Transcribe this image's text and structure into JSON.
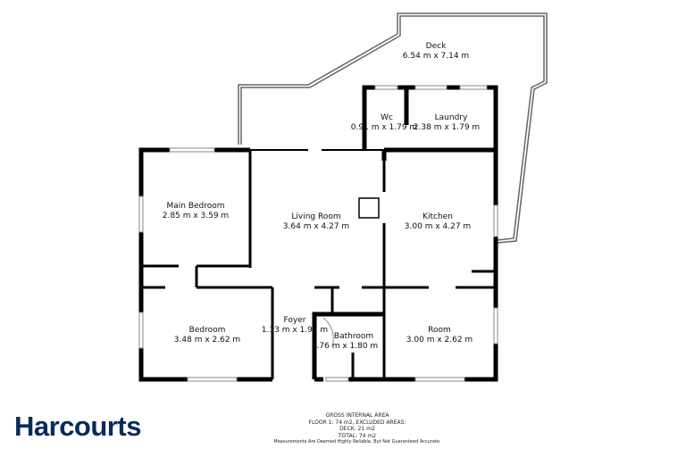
{
  "rooms": [
    {
      "name": "Deck",
      "size": "6.54 m x 7.14 m"
    },
    {
      "name": "Wc",
      "size": "0.91 m x 1.79 m"
    },
    {
      "name": "Laundry",
      "size": "2.38 m x 1.79 m"
    },
    {
      "name": "Main Bedroom",
      "size": "2.85 m x 3.59 m"
    },
    {
      "name": "Living Room",
      "size": "3.64 m x 4.27 m"
    },
    {
      "name": "Kitchen",
      "size": "3.00 m x 4.27 m"
    },
    {
      "name": "Bedroom",
      "size": "3.48 m x 2.62 m"
    },
    {
      "name": "Foyer",
      "size": "1.13 m x 1.97 m"
    },
    {
      "name": "Bathroom",
      "size": "1.76 m x 1.80 m"
    },
    {
      "name": "Room",
      "size": "3.00 m x 2.62 m"
    }
  ],
  "area": {
    "title": "GROSS INTERNAL AREA",
    "floor": "FLOOR 1: 74 m2, EXCLUDED AREAS:",
    "deck": "DECK: 21 m2",
    "total": "TOTAL: 74 m2",
    "note": "Measurements Are Deemed Highly Reliable, But Not Guaranteed Accurate."
  },
  "brand": {
    "name": "Harcourts",
    "color": "#0a2a5e"
  },
  "colors": {
    "wall": "#000000",
    "deck_outline": "#555555"
  }
}
